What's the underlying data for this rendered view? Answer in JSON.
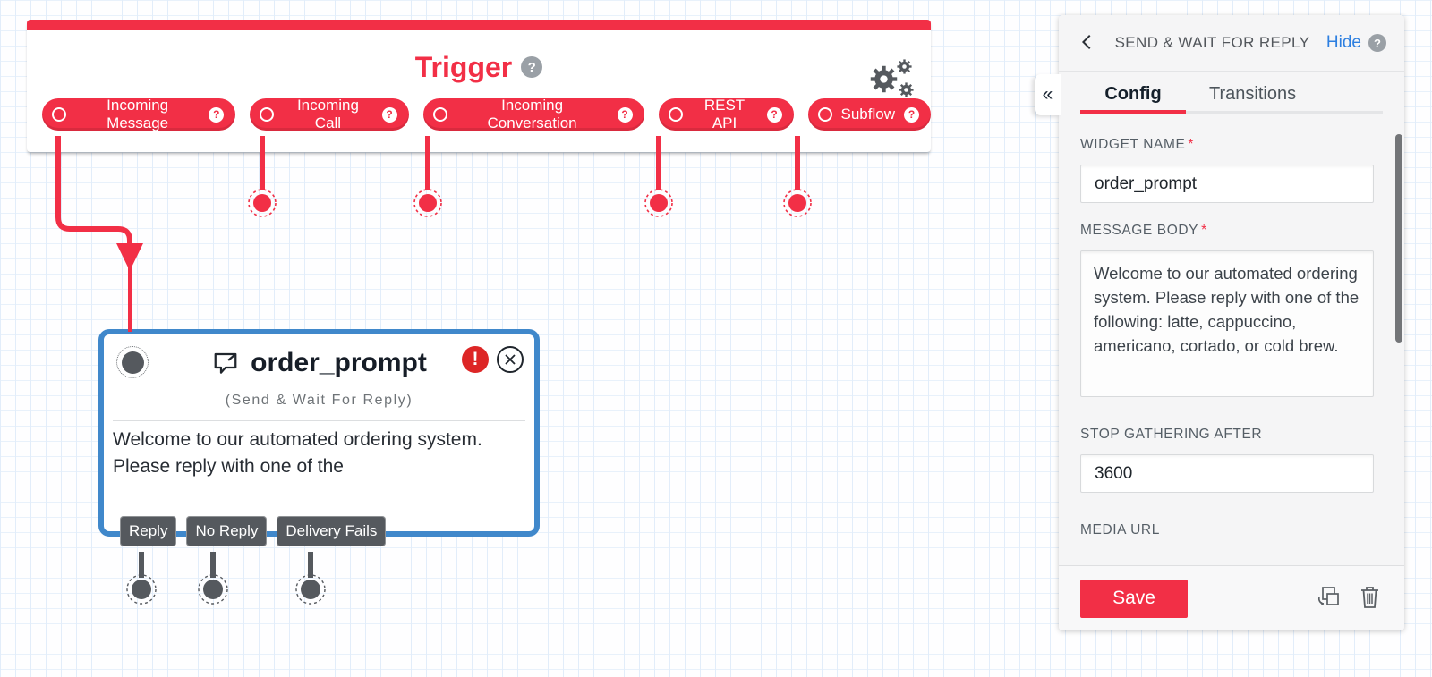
{
  "icons": {
    "help": "?",
    "collapse": "«",
    "error": "!"
  },
  "trigger": {
    "title": "Trigger",
    "buttons": [
      {
        "label": "Incoming Message"
      },
      {
        "label": "Incoming Call"
      },
      {
        "label": "Incoming Conversation"
      },
      {
        "label": "REST API"
      },
      {
        "label": "Subflow"
      }
    ]
  },
  "widget": {
    "name": "order_prompt",
    "type": "(Send & Wait For Reply)",
    "body_preview": "Welcome to our automated ordering system. Please reply with one of the",
    "transitions": [
      {
        "label": "Reply"
      },
      {
        "label": "No Reply"
      },
      {
        "label": "Delivery Fails"
      }
    ]
  },
  "panel": {
    "title": "SEND & WAIT FOR REPLY",
    "hide": "Hide",
    "required_mark": "*",
    "tabs": [
      {
        "label": "Config"
      },
      {
        "label": "Transitions"
      }
    ],
    "fields": {
      "widget_name": {
        "label": "WIDGET NAME",
        "value": "order_prompt"
      },
      "message_body": {
        "label": "MESSAGE BODY",
        "value": "Welcome to our automated ordering system. Please reply with one of the following: latte, cappuccino, americano, cortado, or cold brew."
      },
      "stop_gathering": {
        "label": "STOP GATHERING AFTER",
        "value": "3600"
      },
      "media_url": {
        "label": "MEDIA URL"
      }
    },
    "save": "Save"
  },
  "colors": {
    "brand_red": "#F22F46",
    "selection_blue": "#4088CB",
    "link_blue": "#2D7FE0"
  }
}
